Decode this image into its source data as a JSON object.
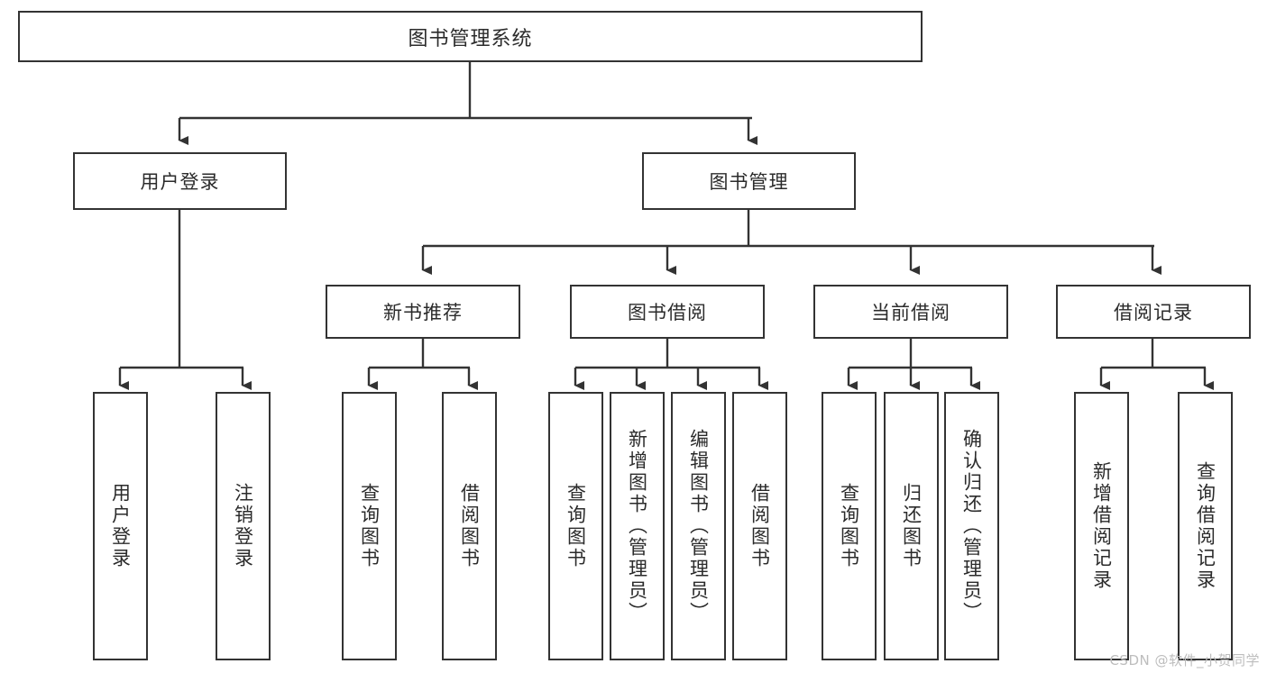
{
  "diagram": {
    "type": "tree",
    "title": "图书管理系统",
    "watermark": "CSDN @软件_小贺同学",
    "colors": {
      "box_border": "#333333",
      "box_fill": "#ffffff",
      "text": "#2b2b2b",
      "connector": "#333333",
      "watermark": "#bdbdbd"
    },
    "nodes": {
      "root": "图书管理系统",
      "l2": [
        {
          "label": "用户登录"
        },
        {
          "label": "图书管理"
        }
      ],
      "l3": [
        {
          "label": "新书推荐"
        },
        {
          "label": "图书借阅"
        },
        {
          "label": "当前借阅"
        },
        {
          "label": "借阅记录"
        }
      ],
      "leaves_user_login": [
        {
          "label": "用户登录"
        },
        {
          "label": "注销登录"
        }
      ],
      "leaves_new_book": [
        {
          "label": "查询图书"
        },
        {
          "label": "借阅图书"
        }
      ],
      "leaves_borrow": [
        {
          "label": "查询图书"
        },
        {
          "label": "新增图书（管理员）"
        },
        {
          "label": "编辑图书（管理员）"
        },
        {
          "label": "借阅图书"
        }
      ],
      "leaves_current": [
        {
          "label": "查询图书"
        },
        {
          "label": "归还图书"
        },
        {
          "label": "确认归还（管理员）"
        }
      ],
      "leaves_record": [
        {
          "label": "新增借阅记录"
        },
        {
          "label": "查询借阅记录"
        }
      ]
    }
  }
}
